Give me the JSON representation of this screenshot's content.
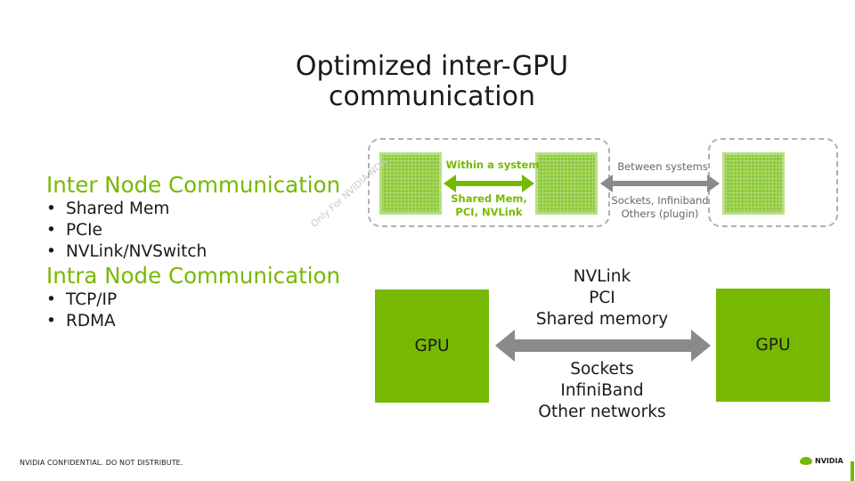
{
  "title": {
    "line1": "Optimized inter-GPU",
    "line2": "communication"
  },
  "left": {
    "inter_heading": "Inter Node Communication",
    "inter_items": [
      "Shared Mem",
      "PCIe",
      "NVLink/NVSwitch"
    ],
    "intra_heading": "Intra Node Communication",
    "intra_items": [
      "TCP/IP",
      "RDMA"
    ]
  },
  "top_diagram": {
    "within_label": "Within a system",
    "within_sub1": "Shared Mem,",
    "within_sub2": "PCI, NVLink",
    "between_label": "Between systems",
    "between_sub1": "Sockets, Infiniband",
    "between_sub2": "Others (plugin)"
  },
  "bottom_diagram": {
    "gpu_left": "GPU",
    "gpu_right": "GPU",
    "top_lines": [
      "NVLink",
      "PCI",
      "Shared memory"
    ],
    "bottom_lines": [
      "Sockets",
      "InfiniBand",
      "Other networks"
    ]
  },
  "watermark": "Only For NVIDIA NDA",
  "footer": "NVIDIA CONFIDENTIAL. DO NOT DISTRIBUTE.",
  "logo_text": "NVIDIA",
  "colors": {
    "accent": "#76b900",
    "arrow_grey": "#8a8a8a"
  }
}
